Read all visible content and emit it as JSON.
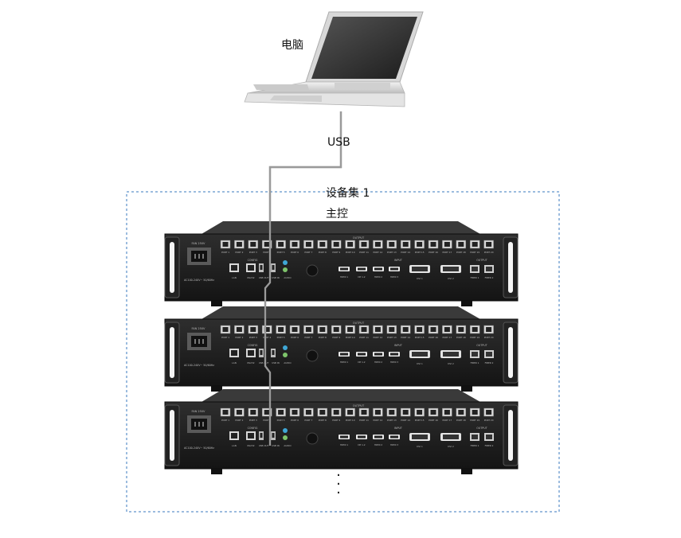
{
  "diagram": {
    "computer_label": "电脑",
    "connection_label": "USB",
    "group_label": "设备集 1",
    "master_label": "主控",
    "continuation": "·\n·\n·"
  },
  "device": {
    "power_label": "FAN 250V",
    "voltage_label": "AC100-240V~ 50/60Hz",
    "output_label": "OUTPUT",
    "input_label": "INPUT",
    "config_label": "CONFIG",
    "ports": [
      "PORT 1",
      "PORT 2",
      "PORT 3",
      "PORT 4",
      "PORT 5",
      "PORT 6",
      "PORT 7",
      "PORT 8",
      "PORT 9",
      "PORT 10",
      "PORT 11",
      "PORT 12",
      "PORT 13",
      "PORT 14",
      "PORT 15",
      "PORT 16",
      "PORT 17",
      "PORT 18",
      "PORT 19",
      "PORT 20"
    ],
    "rear_labels": [
      "LAN",
      "RS232",
      "USB OUT",
      "USB IN",
      "AUDIO"
    ],
    "inputs": [
      "HDMI 1",
      "DP 1.2",
      "HDMI 2",
      "HDMI 3",
      "DVI 1",
      "DVI 2"
    ],
    "fibers": [
      "FIBER 1",
      "FIBER 2"
    ],
    "count": 3
  }
}
